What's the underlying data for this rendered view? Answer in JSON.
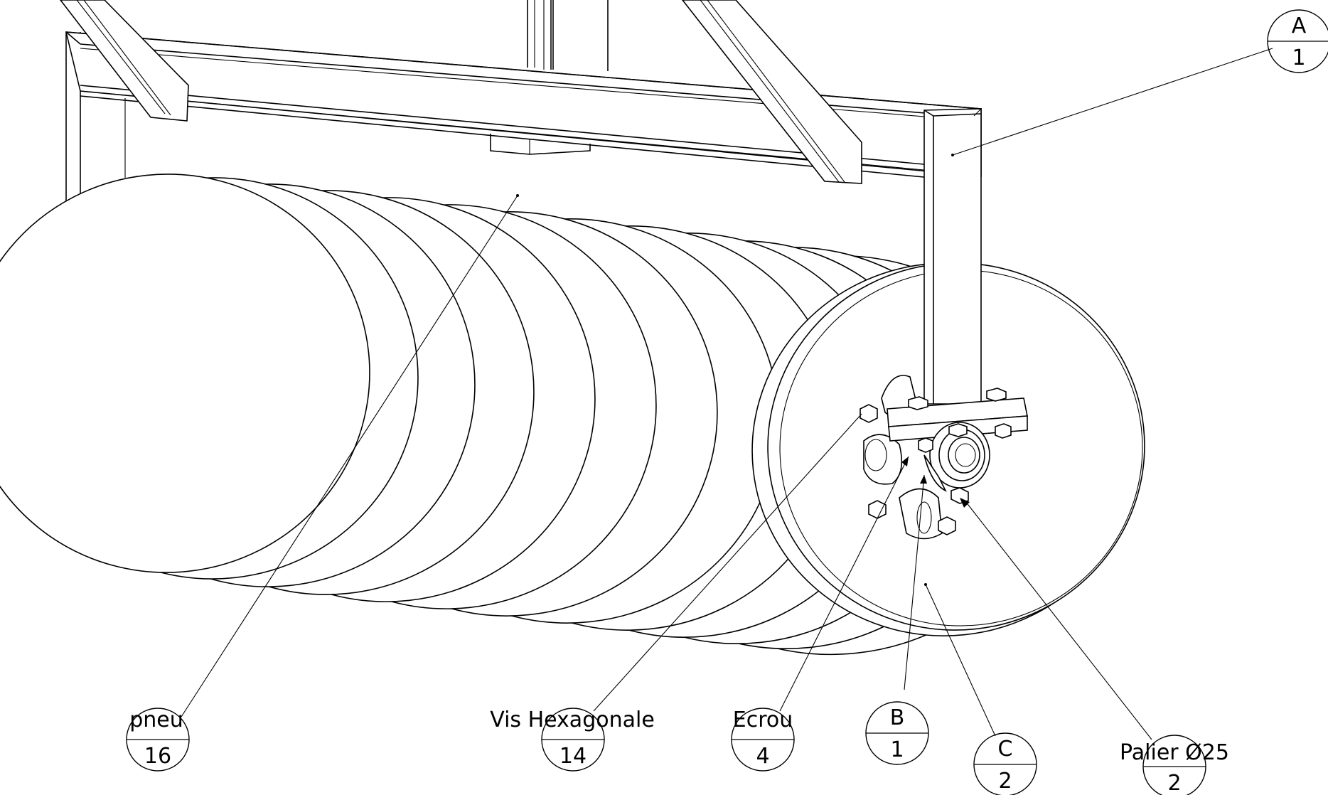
{
  "drawing": {
    "line_color": "#000000",
    "background": "#ffffff"
  },
  "balloons": [
    {
      "id": "A",
      "name": "",
      "top": "A",
      "bottom": "1"
    },
    {
      "id": "pneu",
      "name": "pneu",
      "top": "",
      "bottom": "16"
    },
    {
      "id": "vis",
      "name": "Vis Hexagonale",
      "top": "",
      "bottom": "14"
    },
    {
      "id": "ecrou",
      "name": "Ecrou",
      "top": "",
      "bottom": "4"
    },
    {
      "id": "B",
      "name": "",
      "top": "B",
      "bottom": "1"
    },
    {
      "id": "C",
      "name": "",
      "top": "C",
      "bottom": "2"
    },
    {
      "id": "palier",
      "name": "Palier Ø25",
      "top": "",
      "bottom": "2"
    }
  ]
}
